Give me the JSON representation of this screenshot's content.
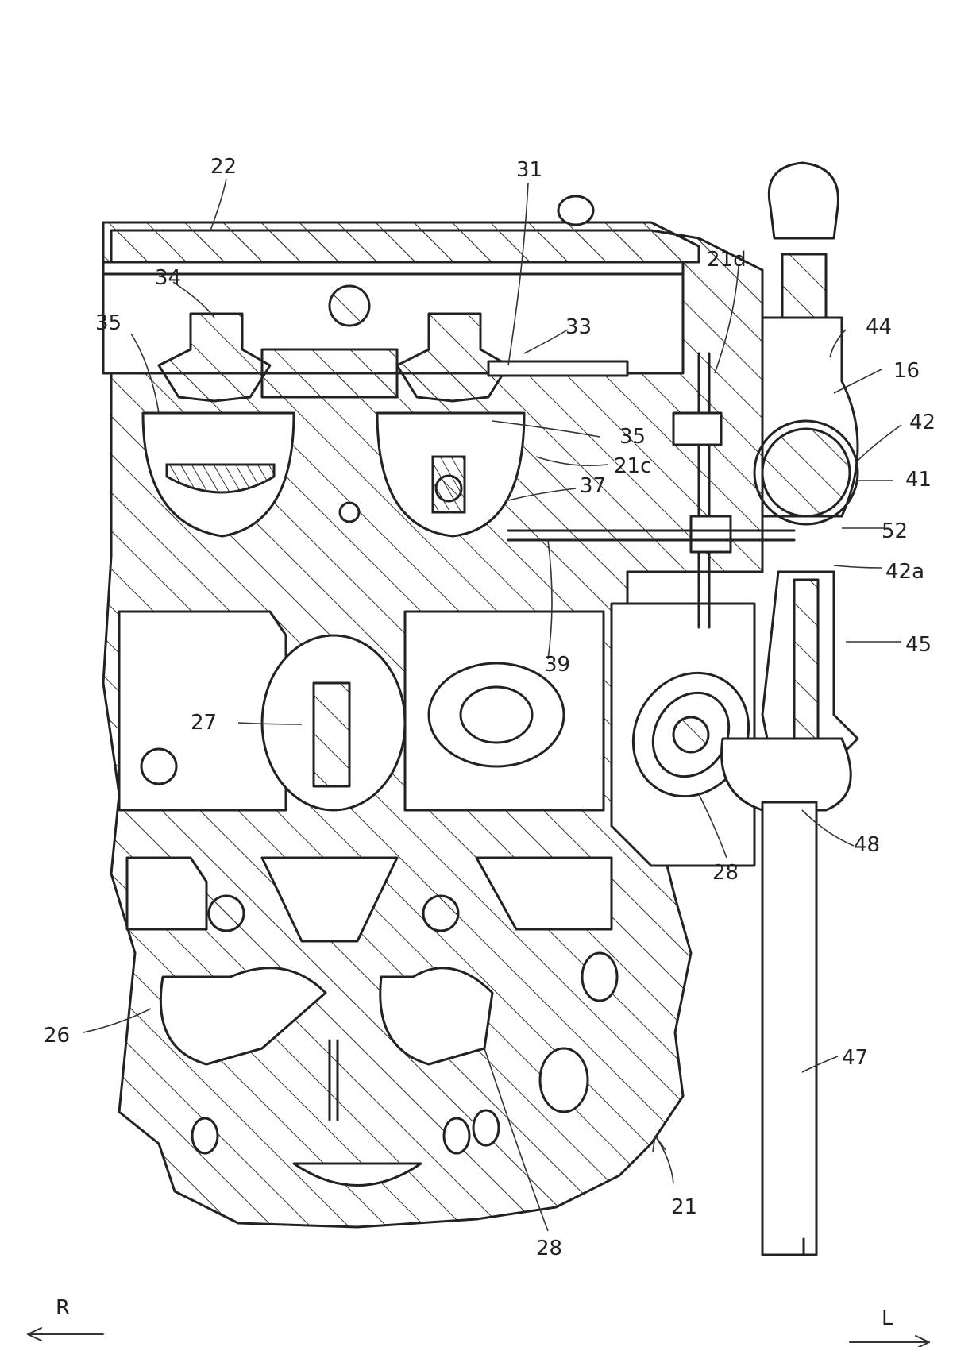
{
  "figure": {
    "reference_numerals": [
      {
        "id": "n22",
        "text": "22"
      },
      {
        "id": "n31",
        "text": "31"
      },
      {
        "id": "n21d",
        "text": "21d"
      },
      {
        "id": "n34",
        "text": "34"
      },
      {
        "id": "n35a",
        "text": "35"
      },
      {
        "id": "n33",
        "text": "33"
      },
      {
        "id": "n44",
        "text": "44"
      },
      {
        "id": "n16",
        "text": "16"
      },
      {
        "id": "n35b",
        "text": "35"
      },
      {
        "id": "n42",
        "text": "42"
      },
      {
        "id": "n21c",
        "text": "21c"
      },
      {
        "id": "n37",
        "text": "37"
      },
      {
        "id": "n41",
        "text": "41"
      },
      {
        "id": "n52",
        "text": "52"
      },
      {
        "id": "n42a",
        "text": "42a"
      },
      {
        "id": "n45",
        "text": "45"
      },
      {
        "id": "n39",
        "text": "39"
      },
      {
        "id": "n27",
        "text": "27"
      },
      {
        "id": "n48",
        "text": "48"
      },
      {
        "id": "n28a",
        "text": "28"
      },
      {
        "id": "n26",
        "text": "26"
      },
      {
        "id": "n47",
        "text": "47"
      },
      {
        "id": "n21",
        "text": "21"
      },
      {
        "id": "n28b",
        "text": "28"
      }
    ],
    "direction_labels": {
      "right": "R",
      "left": "L"
    }
  }
}
